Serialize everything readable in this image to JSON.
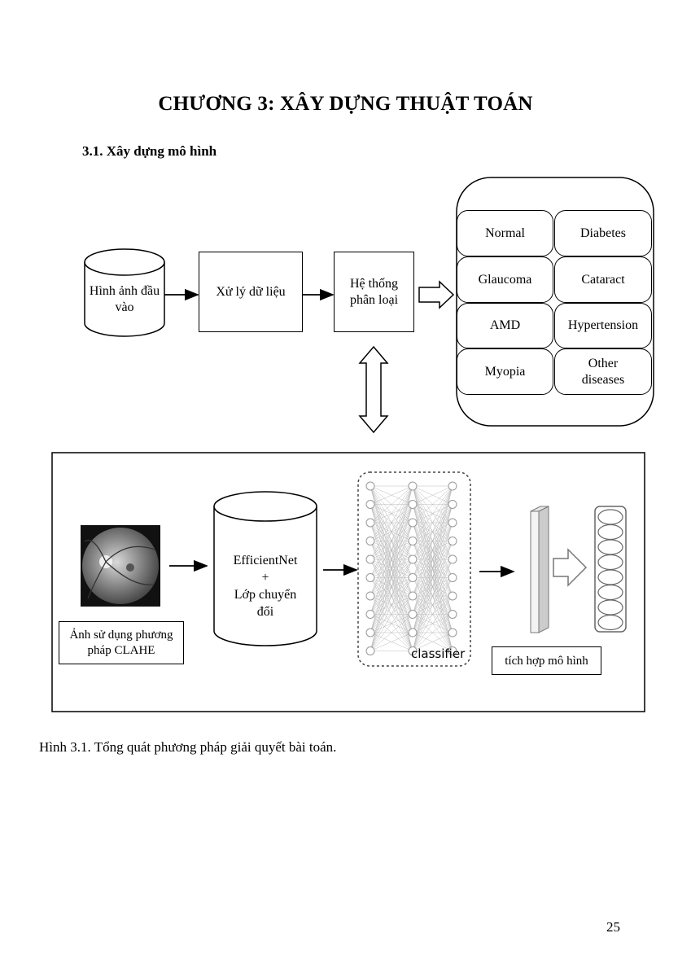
{
  "chapter_title": "CHƯƠNG 3: XÂY DỰNG THUẬT TOÁN",
  "section_heading": "3.1. Xây dựng mô hình",
  "top_flow": {
    "input_label": "Hình ảnh đầu vào",
    "preprocess_label": "Xử lý dữ liệu",
    "classifier_system_label": "Hệ thống phân loại"
  },
  "classes": [
    "Normal",
    "Diabetes",
    "Glaucoma",
    "Cataract",
    "AMD",
    "Hypertension",
    "Myopia",
    "Other diseases"
  ],
  "bottom_flow": {
    "clahe_label": "Ảnh sử dụng phương pháp CLAHE",
    "model_label_1": "EfficientNet",
    "model_label_2": "+",
    "model_label_3": "Lớp chuyển đổi",
    "classifier_label": "classifier",
    "ensemble_label": "tích hợp mô hình"
  },
  "caption": "Hình 3.1. Tổng quát phương pháp giải quyết bài toán.",
  "page_number": "25"
}
